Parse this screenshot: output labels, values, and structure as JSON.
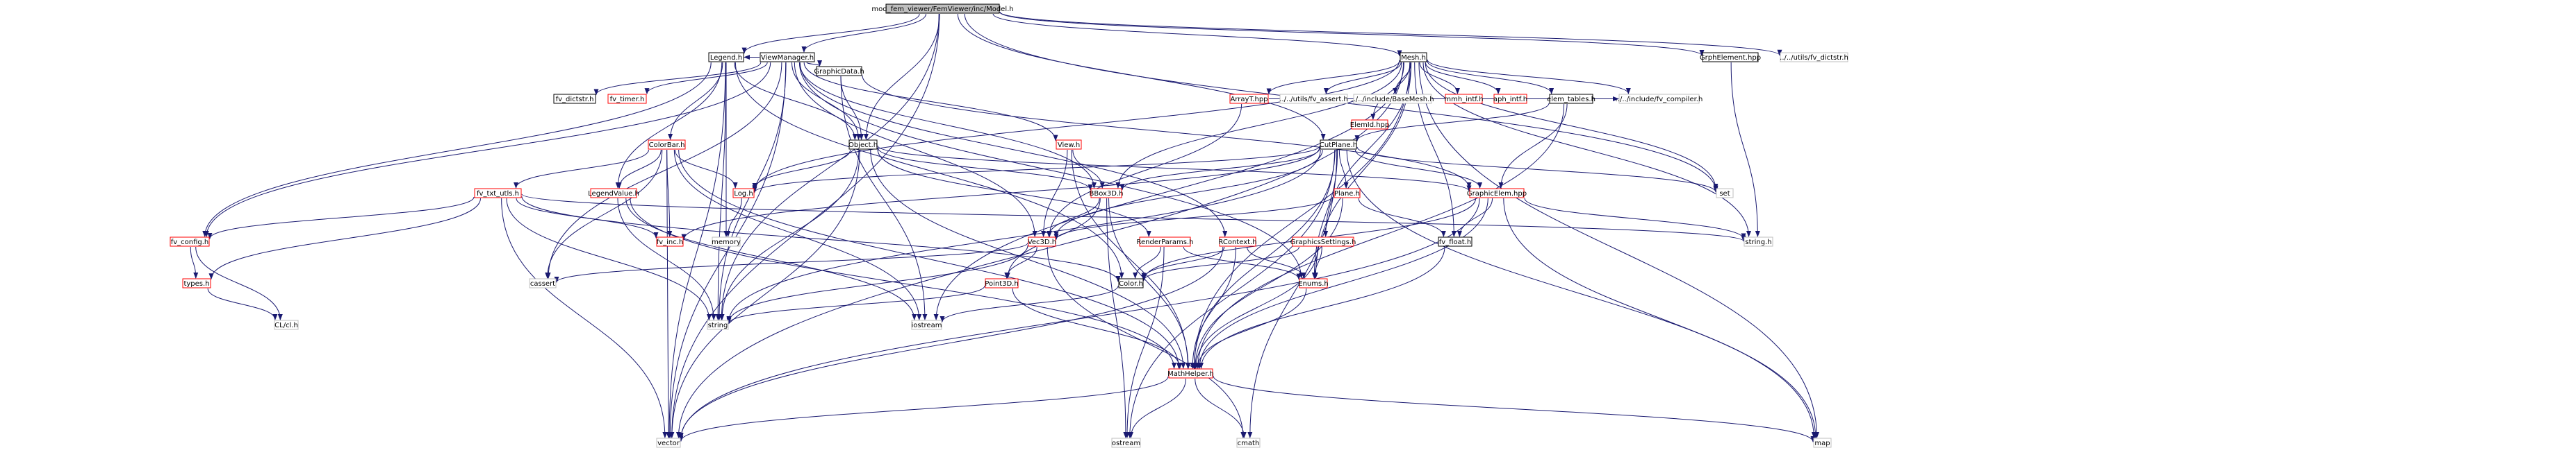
{
  "colors": {
    "edge": "#191970",
    "border_red": "#ff0000",
    "border_black": "#000000",
    "border_gray": "#bfbfbf",
    "root_fill": "#bfbfbf",
    "fill": "#ffffff"
  },
  "graph": {
    "nodes": [
      {
        "id": "model",
        "label": "mod_fem_viewer/FemViewer/inc/Model.h",
        "style": "root"
      },
      {
        "id": "viewmanager",
        "label": "ViewManager.h",
        "style": "black"
      },
      {
        "id": "mesh",
        "label": "Mesh.h",
        "style": "black"
      },
      {
        "id": "grphelement",
        "label": "GrphElement.hpp",
        "style": "black"
      },
      {
        "id": "fvdictstr_top",
        "label": "../../utils/fv_dictstr.h",
        "style": "gray"
      },
      {
        "id": "fvdictstr",
        "label": "fv_dictstr.h",
        "style": "black"
      },
      {
        "id": "fvtimer",
        "label": "fv_timer.h",
        "style": "red"
      },
      {
        "id": "legend",
        "label": "Legend.h",
        "style": "black"
      },
      {
        "id": "graphicdata",
        "label": "GraphicData.h",
        "style": "black"
      },
      {
        "id": "arrayt",
        "label": "ArrayT.hpp",
        "style": "red"
      },
      {
        "id": "fvassert",
        "label": "../../utils/fv_assert.h",
        "style": "gray"
      },
      {
        "id": "basemesh",
        "label": "../../include/BaseMesh.h",
        "style": "gray"
      },
      {
        "id": "mmhintf",
        "label": "mmh_intf.h",
        "style": "red"
      },
      {
        "id": "aphintf",
        "label": "aph_intf.h",
        "style": "red"
      },
      {
        "id": "elemtables",
        "label": "elem_tables.h",
        "style": "black"
      },
      {
        "id": "fvcompiler",
        "label": "../../include/fv_compiler.h",
        "style": "gray"
      },
      {
        "id": "elemid",
        "label": "ElemId.hpp",
        "style": "red"
      },
      {
        "id": "colorbar",
        "label": "ColorBar.h",
        "style": "red"
      },
      {
        "id": "object",
        "label": "Object.h",
        "style": "black"
      },
      {
        "id": "view",
        "label": "View.h",
        "style": "red"
      },
      {
        "id": "cutplane",
        "label": "CutPlane.h",
        "style": "black"
      },
      {
        "id": "fvtxtutils",
        "label": "fv_txt_utls.h",
        "style": "red"
      },
      {
        "id": "legendvalue",
        "label": "LegendValue.h",
        "style": "red"
      },
      {
        "id": "logh",
        "label": "Log.h",
        "style": "red"
      },
      {
        "id": "bbox3d",
        "label": "BBox3D.h",
        "style": "red"
      },
      {
        "id": "plane",
        "label": "Plane.h",
        "style": "red"
      },
      {
        "id": "graphicelem",
        "label": "GraphicElem.hpp",
        "style": "red"
      },
      {
        "id": "set",
        "label": "set",
        "style": "gray"
      },
      {
        "id": "fvconfig",
        "label": "fv_config.h",
        "style": "red"
      },
      {
        "id": "fvinc",
        "label": "fv_inc.h",
        "style": "red"
      },
      {
        "id": "memory",
        "label": "memory",
        "style": "gray"
      },
      {
        "id": "vec3d",
        "label": "Vec3D.h",
        "style": "red"
      },
      {
        "id": "renderparams",
        "label": "RenderParams.h",
        "style": "red"
      },
      {
        "id": "rcontext",
        "label": "RContext.h",
        "style": "red"
      },
      {
        "id": "graphicssettings",
        "label": "GraphicsSettings.h",
        "style": "red"
      },
      {
        "id": "fvfloat",
        "label": "fv_float.h",
        "style": "black"
      },
      {
        "id": "stringh",
        "label": "string.h",
        "style": "gray"
      },
      {
        "id": "types",
        "label": "types.h",
        "style": "red"
      },
      {
        "id": "cassert",
        "label": "cassert",
        "style": "gray"
      },
      {
        "id": "point3d",
        "label": "Point3D.h",
        "style": "red"
      },
      {
        "id": "color",
        "label": "Color.h",
        "style": "black"
      },
      {
        "id": "enums",
        "label": "Enums.h",
        "style": "red"
      },
      {
        "id": "clcl",
        "label": "CL/cl.h",
        "style": "gray"
      },
      {
        "id": "string",
        "label": "string",
        "style": "gray"
      },
      {
        "id": "iostream",
        "label": "iostream",
        "style": "gray"
      },
      {
        "id": "mathhelper",
        "label": "MathHelper.h",
        "style": "red"
      },
      {
        "id": "vector",
        "label": "vector",
        "style": "gray"
      },
      {
        "id": "ostream",
        "label": "ostream",
        "style": "gray"
      },
      {
        "id": "cmath",
        "label": "cmath",
        "style": "gray"
      },
      {
        "id": "map",
        "label": "map",
        "style": "gray"
      }
    ],
    "edges": [
      [
        "model",
        "viewmanager"
      ],
      [
        "model",
        "mesh"
      ],
      [
        "model",
        "grphelement"
      ],
      [
        "model",
        "fvdictstr_top"
      ],
      [
        "model",
        "legend"
      ],
      [
        "model",
        "object"
      ],
      [
        "model",
        "cutplane"
      ],
      [
        "model",
        "vector"
      ],
      [
        "model",
        "string"
      ],
      [
        "model",
        "set"
      ],
      [
        "viewmanager",
        "fvdictstr"
      ],
      [
        "viewmanager",
        "fvtimer"
      ],
      [
        "viewmanager",
        "legend"
      ],
      [
        "viewmanager",
        "graphicdata"
      ],
      [
        "viewmanager",
        "object"
      ],
      [
        "viewmanager",
        "view"
      ],
      [
        "viewmanager",
        "bbox3d"
      ],
      [
        "viewmanager",
        "vec3d"
      ],
      [
        "viewmanager",
        "rcontext"
      ],
      [
        "viewmanager",
        "fvconfig"
      ],
      [
        "viewmanager",
        "cassert"
      ],
      [
        "viewmanager",
        "string"
      ],
      [
        "viewmanager",
        "enums"
      ],
      [
        "viewmanager",
        "vector"
      ],
      [
        "mesh",
        "arrayt"
      ],
      [
        "mesh",
        "fvassert"
      ],
      [
        "mesh",
        "basemesh"
      ],
      [
        "mesh",
        "mmhintf"
      ],
      [
        "mesh",
        "aphintf"
      ],
      [
        "mesh",
        "elemtables"
      ],
      [
        "mesh",
        "fvcompiler"
      ],
      [
        "mesh",
        "elemid"
      ],
      [
        "mesh",
        "bbox3d"
      ],
      [
        "mesh",
        "logh"
      ],
      [
        "mesh",
        "fvfloat"
      ],
      [
        "mesh",
        "enums"
      ],
      [
        "mesh",
        "stringh"
      ],
      [
        "mesh",
        "mathhelper"
      ],
      [
        "mesh",
        "map"
      ],
      [
        "mesh",
        "iostream"
      ],
      [
        "mesh",
        "vector"
      ],
      [
        "mesh",
        "set"
      ],
      [
        "mesh",
        "graphicssettings"
      ],
      [
        "grphelement",
        "stringh"
      ],
      [
        "legend",
        "colorbar"
      ],
      [
        "legend",
        "object"
      ],
      [
        "legend",
        "fvconfig"
      ],
      [
        "legend",
        "memory"
      ],
      [
        "legend",
        "color"
      ],
      [
        "legend",
        "string"
      ],
      [
        "legend",
        "vector"
      ],
      [
        "legend",
        "legendvalue"
      ],
      [
        "graphicdata",
        "object"
      ],
      [
        "graphicdata",
        "iostream"
      ],
      [
        "graphicdata",
        "graphicelem"
      ],
      [
        "arrayt",
        "fvcompiler"
      ],
      [
        "arrayt",
        "vec3d"
      ],
      [
        "elemtables",
        "cutplane"
      ],
      [
        "elemtables",
        "graphicelem"
      ],
      [
        "elemtables",
        "mathhelper"
      ],
      [
        "colorbar",
        "fvtxtutils"
      ],
      [
        "colorbar",
        "legendvalue"
      ],
      [
        "colorbar",
        "logh"
      ],
      [
        "colorbar",
        "fvinc"
      ],
      [
        "colorbar",
        "mathhelper"
      ],
      [
        "colorbar",
        "iostream"
      ],
      [
        "colorbar",
        "vector"
      ],
      [
        "colorbar",
        "cassert"
      ],
      [
        "object",
        "bbox3d"
      ],
      [
        "object",
        "renderparams"
      ],
      [
        "object",
        "logh"
      ],
      [
        "object",
        "vector"
      ],
      [
        "object",
        "graphicelem"
      ],
      [
        "object",
        "mathhelper"
      ],
      [
        "object",
        "string"
      ],
      [
        "view",
        "bbox3d"
      ],
      [
        "view",
        "vec3d"
      ],
      [
        "view",
        "mathhelper"
      ],
      [
        "cutplane",
        "plane"
      ],
      [
        "cutplane",
        "graphicelem"
      ],
      [
        "cutplane",
        "bbox3d"
      ],
      [
        "cutplane",
        "vec3d"
      ],
      [
        "cutplane",
        "mathhelper"
      ],
      [
        "cutplane",
        "enums"
      ],
      [
        "cutplane",
        "logh"
      ],
      [
        "cutplane",
        "ostream"
      ],
      [
        "cutplane",
        "set"
      ],
      [
        "cutplane",
        "map"
      ],
      [
        "cutplane",
        "cmath"
      ],
      [
        "cutplane",
        "fvinc"
      ],
      [
        "cutplane",
        "string"
      ],
      [
        "fvtxtutils",
        "fvconfig"
      ],
      [
        "fvtxtutils",
        "types"
      ],
      [
        "fvtxtutils",
        "fvinc"
      ],
      [
        "fvtxtutils",
        "string"
      ],
      [
        "fvtxtutils",
        "vector"
      ],
      [
        "fvtxtutils",
        "stringh"
      ],
      [
        "fvtxtutils",
        "color"
      ],
      [
        "legendvalue",
        "string"
      ],
      [
        "legendvalue",
        "iostream"
      ],
      [
        "legendvalue",
        "mathhelper"
      ],
      [
        "logh",
        "memory"
      ],
      [
        "bbox3d",
        "vec3d"
      ],
      [
        "bbox3d",
        "mathhelper"
      ],
      [
        "bbox3d",
        "ostream"
      ],
      [
        "bbox3d",
        "point3d"
      ],
      [
        "plane",
        "fvfloat"
      ],
      [
        "plane",
        "mathhelper"
      ],
      [
        "plane",
        "vec3d"
      ],
      [
        "graphicelem",
        "fvfloat"
      ],
      [
        "graphicelem",
        "mathhelper"
      ],
      [
        "graphicelem",
        "stringh"
      ],
      [
        "graphicelem",
        "map"
      ],
      [
        "graphicelem",
        "vector"
      ],
      [
        "graphicelem",
        "color"
      ],
      [
        "fvconfig",
        "types"
      ],
      [
        "fvconfig",
        "clcl"
      ],
      [
        "vec3d",
        "point3d"
      ],
      [
        "vec3d",
        "cassert"
      ],
      [
        "vec3d",
        "cmath"
      ],
      [
        "vec3d",
        "string"
      ],
      [
        "renderparams",
        "enums"
      ],
      [
        "renderparams",
        "color"
      ],
      [
        "renderparams",
        "ostream"
      ],
      [
        "rcontext",
        "enums"
      ],
      [
        "rcontext",
        "color"
      ],
      [
        "rcontext",
        "mathhelper"
      ],
      [
        "rcontext",
        "vector"
      ],
      [
        "graphicssettings",
        "enums"
      ],
      [
        "graphicssettings",
        "color"
      ],
      [
        "graphicssettings",
        "mathhelper"
      ],
      [
        "fvfloat",
        "mathhelper"
      ],
      [
        "types",
        "clcl"
      ],
      [
        "point3d",
        "mathhelper"
      ],
      [
        "point3d",
        "string"
      ],
      [
        "color",
        "iostream"
      ],
      [
        "enums",
        "mathhelper"
      ],
      [
        "mathhelper",
        "vector"
      ],
      [
        "mathhelper",
        "ostream"
      ],
      [
        "mathhelper",
        "cmath"
      ],
      [
        "mathhelper",
        "map"
      ]
    ]
  }
}
